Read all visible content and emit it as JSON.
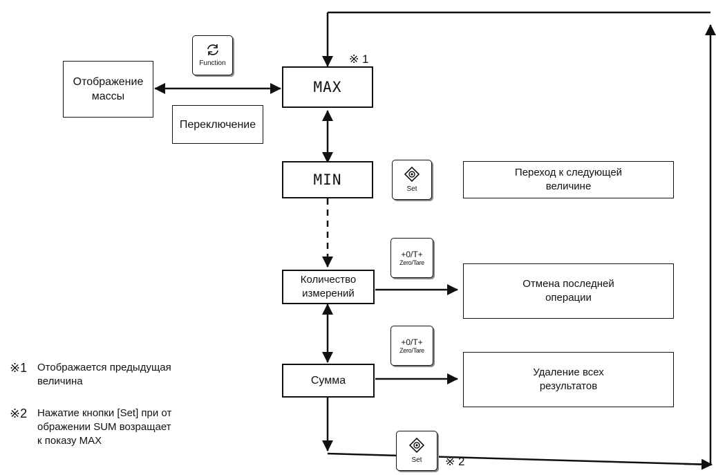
{
  "boxes": {
    "mass_display": "Отображение\nмассы",
    "switching": "Переключение",
    "max": "MAX",
    "min": "MIN",
    "next_value": "Переход к следующей\nвеличине",
    "count": "Количество\nизмерений",
    "undo_last": "Отмена последней\nоперации",
    "sum": "Сумма",
    "delete_all": "Удаление всех\nрезультатов"
  },
  "keys": {
    "function_label": "Function",
    "set_label": "Set",
    "zero_tare_top": "+0/T+",
    "zero_tare_label": "Zero/Tare"
  },
  "marks": {
    "mark1": "※ 1",
    "mark2": "※ 2"
  },
  "notes": {
    "note1_symbol": "※1",
    "note1_text": "Отображается предыдущая\nвеличина",
    "note2_symbol": "※2",
    "note2_text": "Нажатие кнопки [Set] при от\nображении SUM возращает\nк показу MAX"
  },
  "icons": {
    "function": "cycle-arrows-icon",
    "set": "diamond-target-icon"
  }
}
